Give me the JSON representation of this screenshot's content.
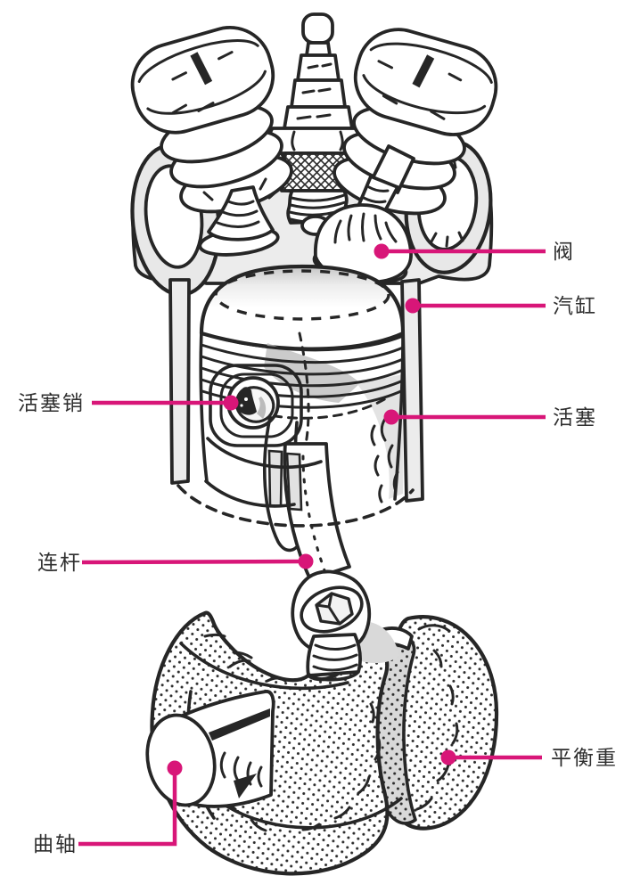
{
  "figure": {
    "description": "Cutaway line illustration of a single-cylinder engine: spark plug, valves with springs, cylinder, piston, connecting rod and crankshaft with counterweights",
    "accent_color": "#d81678",
    "line_color": "#262626",
    "background_color": "#ffffff"
  },
  "labels": [
    {
      "id": "valve",
      "text": "阀"
    },
    {
      "id": "cylinder",
      "text": "汽缸"
    },
    {
      "id": "piston_pin",
      "text": "活塞销"
    },
    {
      "id": "piston",
      "text": "活塞"
    },
    {
      "id": "connecting_rod",
      "text": "连杆"
    },
    {
      "id": "counterweight",
      "text": "平衡重"
    },
    {
      "id": "crankshaft",
      "text": "曲轴"
    }
  ]
}
